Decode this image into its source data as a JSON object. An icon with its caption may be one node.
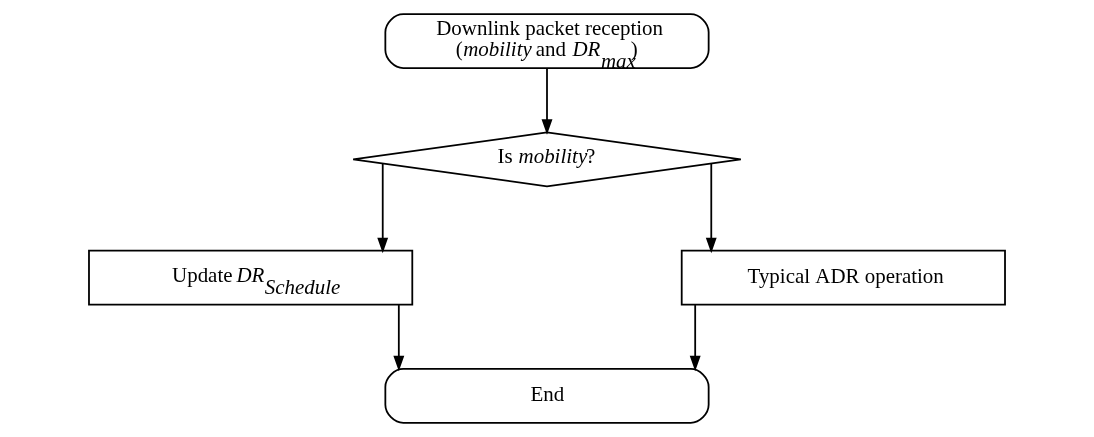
{
  "diagram": {
    "nodes": [
      {
        "text": [
          "Downlink packet reception (*mobility* and *DR*$_{max}$)"
        ]
      },
      {
        "text": [
          "Is *mobility*?"
        ]
      },
      {
        "text": [
          "Update *DR*$_{Schedule}$"
        ]
      },
      {
        "text": [
          "Typical ADR operation"
        ]
      },
      {
        "text": [
          "End"
        ]
      }
    ],
    "edges": [
      {
        "from": 0,
        "to": 1,
        "arrow": "to"
      },
      {
        "from": 1,
        "to": 2,
        "arrow": "to"
      },
      {
        "from": 1,
        "to": 3,
        "arrow": "to"
      },
      {
        "from": 2,
        "to": 4,
        "arrow": "to"
      },
      {
        "from": 3,
        "to": 4,
        "arrow": "to"
      }
    ]
  }
}
